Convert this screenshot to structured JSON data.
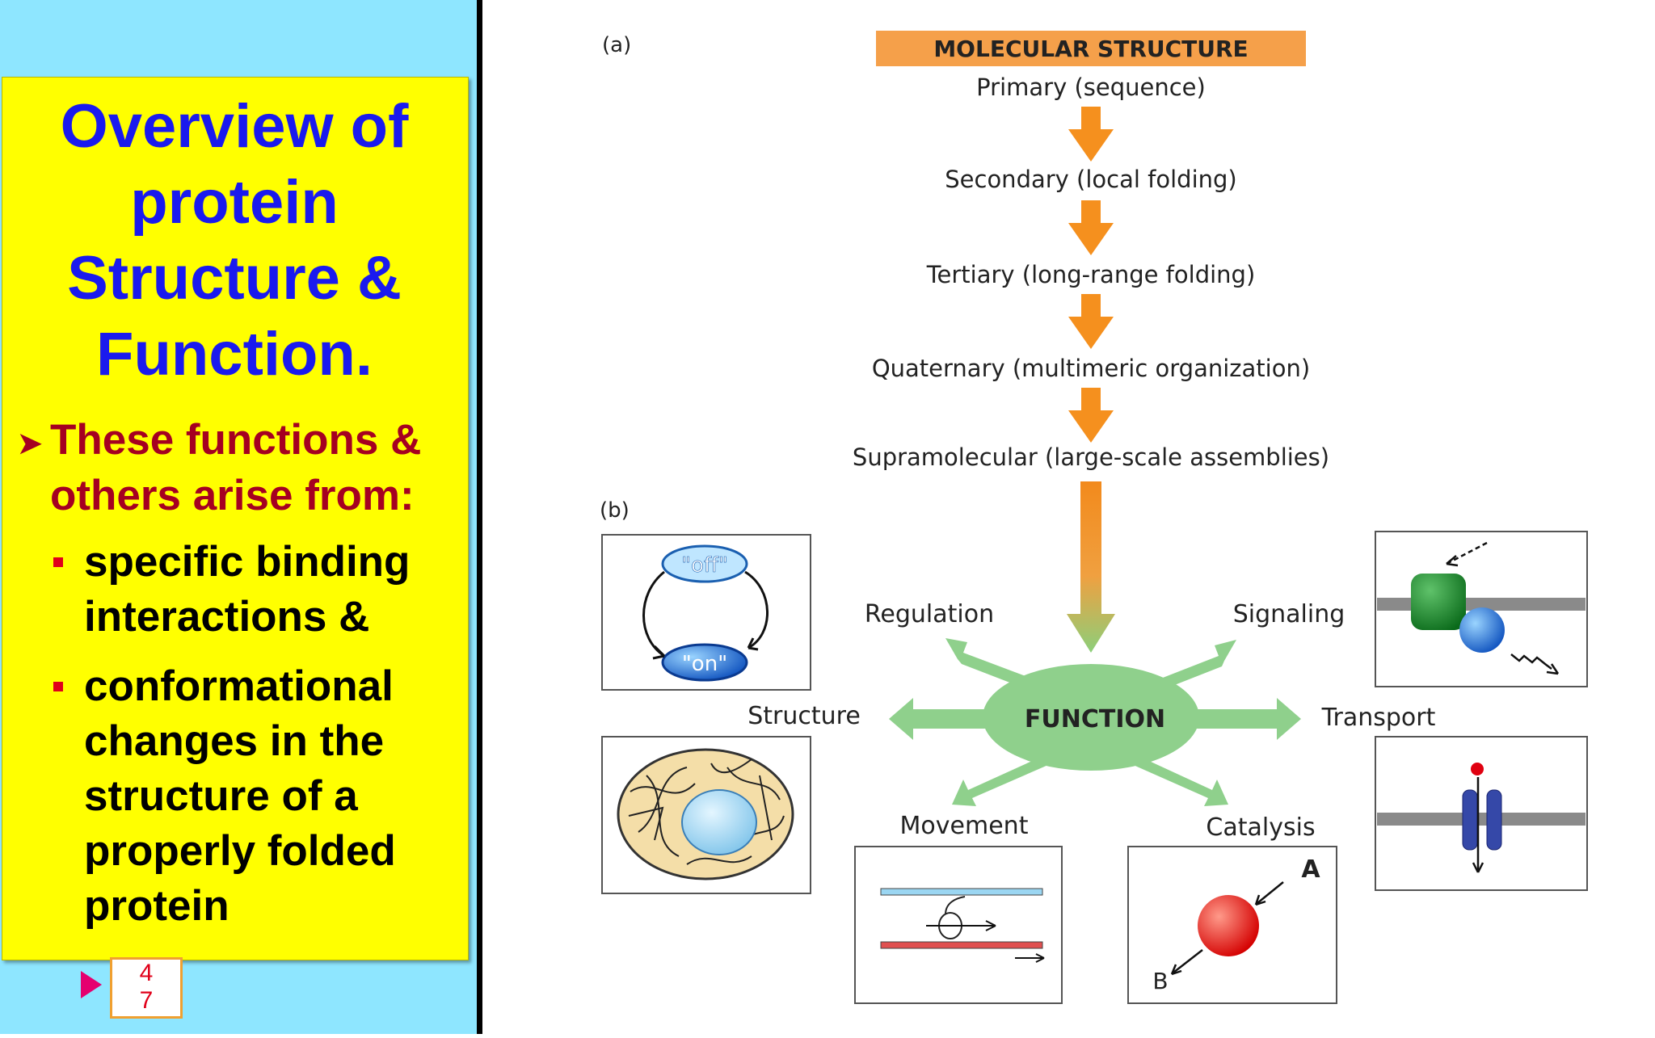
{
  "slide": {
    "title_lines": [
      "Overview of",
      "protein",
      "Structure &",
      "Function."
    ],
    "main_bullet": "These functions & others arise from:",
    "sub_bullets": [
      "specific binding interactions &",
      "conformational changes in the structure of a properly folded protein"
    ],
    "page_number": "4\n7",
    "colors": {
      "panel_bg": "#8ee6ff",
      "box_bg": "#ffff00",
      "title": "#1a1aee",
      "bullet": "#a50021"
    }
  },
  "figure": {
    "label_a": "(a)",
    "label_b": "(b)",
    "header": "MOLECULAR STRUCTURE",
    "levels": [
      "Primary (sequence)",
      "Secondary (local folding)",
      "Tertiary (long-range folding)",
      "Quaternary (multimeric organization)",
      "Supramolecular (large-scale assemblies)"
    ],
    "center": "FUNCTION",
    "functions": {
      "regulation": "Regulation",
      "signaling": "Signaling",
      "structure": "Structure",
      "transport": "Transport",
      "movement": "Movement",
      "catalysis": "Catalysis"
    },
    "regulation_states": {
      "off": "\"off\"",
      "on": "\"on\""
    },
    "catalysis_labels": {
      "a": "A",
      "b": "B"
    }
  }
}
